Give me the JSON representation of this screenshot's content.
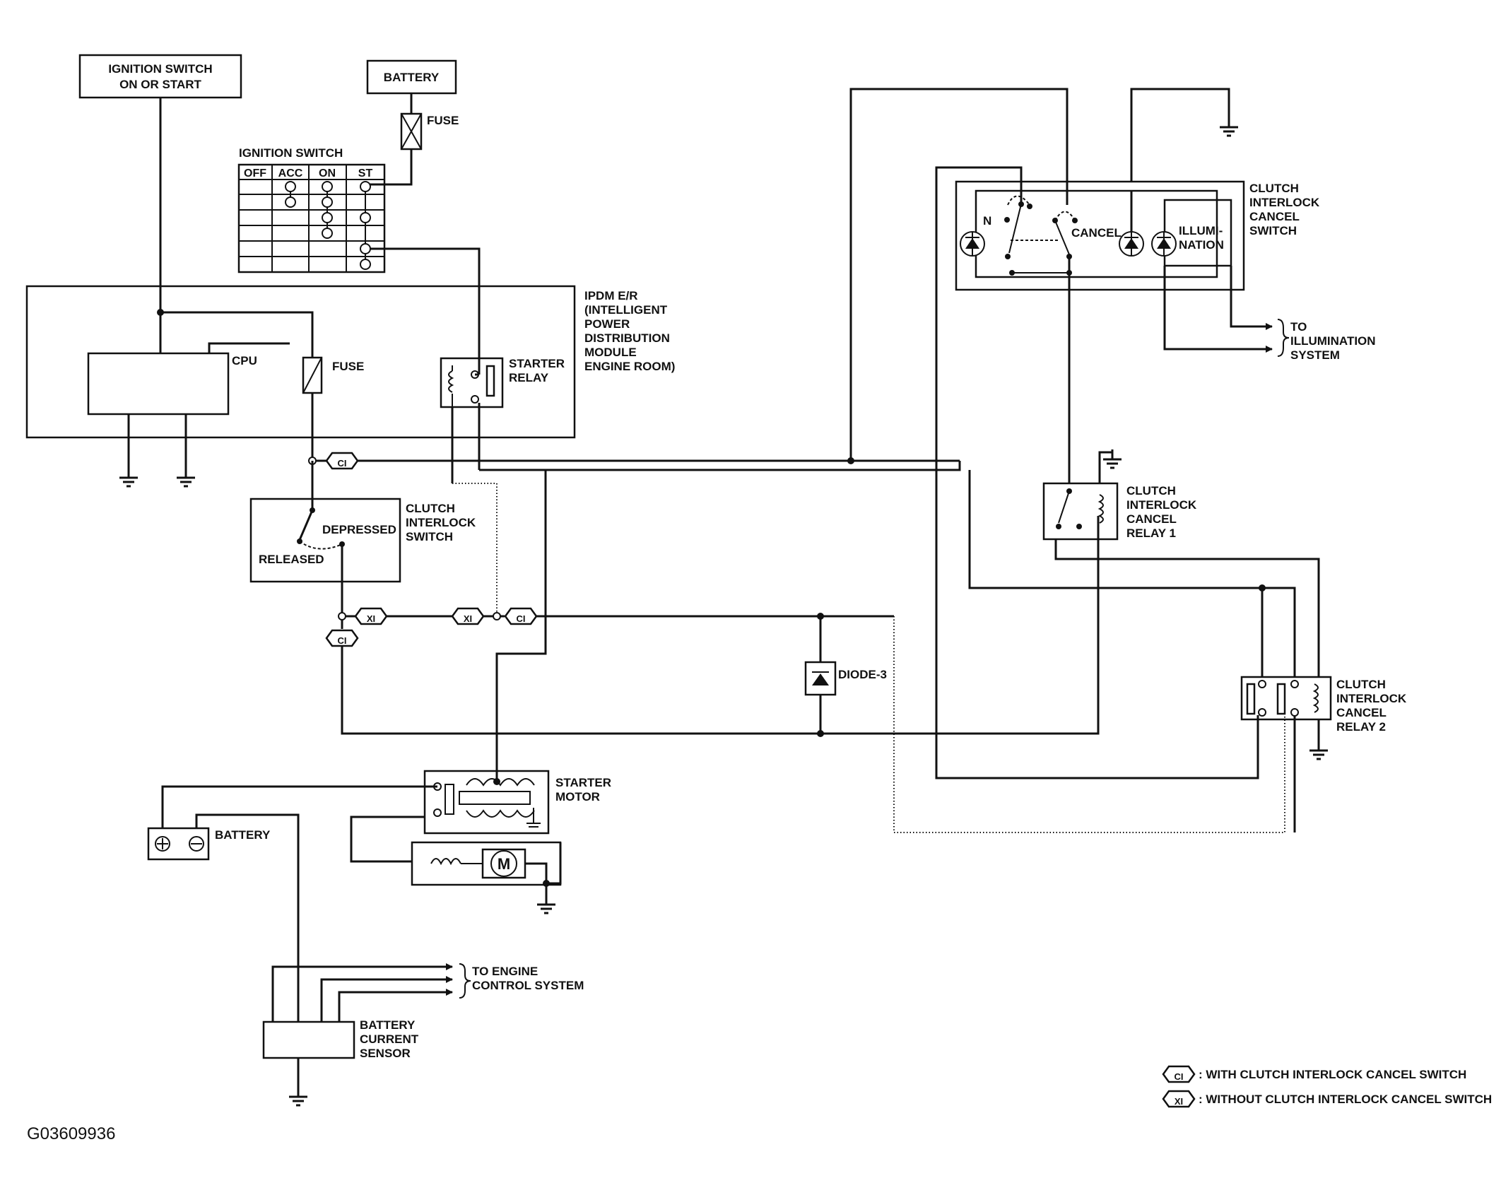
{
  "diagram_code": "G03609936",
  "labels": {
    "ign_on_start_1": "IGNITION SWITCH",
    "ign_on_start_2": "ON OR START",
    "battery_top": "BATTERY",
    "fuse_top": "FUSE",
    "ign_switch_title": "IGNITION SWITCH",
    "ign_off": "OFF",
    "ign_acc": "ACC",
    "ign_on": "ON",
    "ign_st": "ST",
    "ipdm_1": "IPDM E/R",
    "ipdm_2": "(INTELLIGENT",
    "ipdm_3": "POWER",
    "ipdm_4": "DISTRIBUTION",
    "ipdm_5": "MODULE",
    "ipdm_6": "ENGINE ROOM)",
    "cpu": "CPU",
    "fuse_ipdm": "FUSE",
    "starter_relay_1": "STARTER",
    "starter_relay_2": "RELAY",
    "clutch_sw_1": "CLUTCH",
    "clutch_sw_2": "INTERLOCK",
    "clutch_sw_3": "SWITCH",
    "depressed": "DEPRESSED",
    "released": "RELEASED",
    "diode3": "DIODE-3",
    "starter_motor_1": "STARTER",
    "starter_motor_2": "MOTOR",
    "motor_m": "M",
    "battery_bottom": "BATTERY",
    "engine_ctrl_1": "TO ENGINE",
    "engine_ctrl_2": "CONTROL SYSTEM",
    "bcs_1": "BATTERY",
    "bcs_2": "CURRENT",
    "bcs_3": "SENSOR",
    "cics_1": "CLUTCH",
    "cics_2": "INTERLOCK",
    "cics_3": "CANCEL",
    "cics_4": "SWITCH",
    "n_label": "N",
    "cancel": "CANCEL",
    "illum_1": "ILLUMI-",
    "illum_2": "NATION",
    "to_illum_1": "TO",
    "to_illum_2": "ILLUMINATION",
    "to_illum_3": "SYSTEM",
    "relay1_1": "CLUTCH",
    "relay1_2": "INTERLOCK",
    "relay1_3": "CANCEL",
    "relay1_4": "RELAY 1",
    "relay2_1": "CLUTCH",
    "relay2_2": "INTERLOCK",
    "relay2_3": "CANCEL",
    "relay2_4": "RELAY 2",
    "tag_ci": "CI",
    "tag_xi": "XI"
  },
  "legend": {
    "ci_code": "CI",
    "ci_text": ": WITH CLUTCH INTERLOCK CANCEL SWITCH",
    "xi_code": "XI",
    "xi_text": ": WITHOUT CLUTCH INTERLOCK CANCEL SWITCH"
  }
}
